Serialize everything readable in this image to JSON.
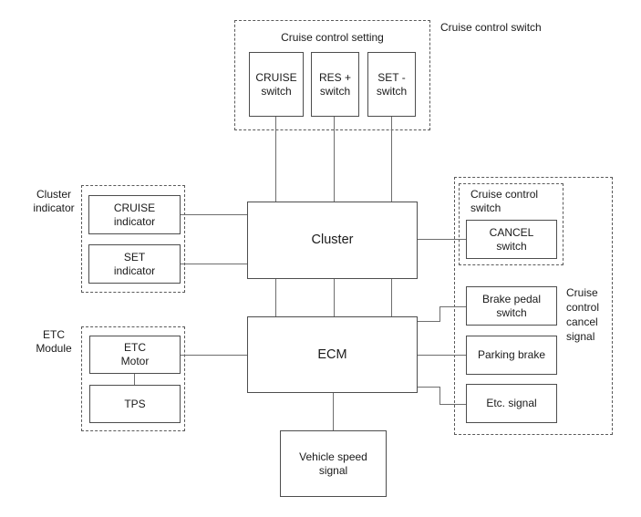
{
  "colors": {
    "background": "#ffffff",
    "box_border": "#4d4d4d",
    "dashed_border": "#5a5a5a",
    "connector": "#6e6e6e",
    "text": "#1a1a1a"
  },
  "diagram": {
    "top_group": {
      "label": "Cruise control setting",
      "outside_label": "Cruise control switch",
      "nodes": [
        {
          "label": "CRUISE\nswitch"
        },
        {
          "label": "RES +\nswitch"
        },
        {
          "label": "SET -\nswitch"
        }
      ]
    },
    "cluster": {
      "label": "Cluster"
    },
    "cluster_indicator_group": {
      "label": "Cluster\nindicator",
      "nodes": [
        {
          "label": "CRUISE\nindicator"
        },
        {
          "label": "SET\nindicator"
        }
      ]
    },
    "cancel_group": {
      "inner_group_label": "Cruise control\nswitch",
      "cancel_switch_label": "CANCEL\nswitch",
      "side_label": "Cruise\ncontrol\ncancel\nsignal",
      "nodes": [
        {
          "label": "Brake pedal\nswitch"
        },
        {
          "label": "Parking brake"
        },
        {
          "label": "Etc. signal"
        }
      ]
    },
    "ecm": {
      "label": "ECM"
    },
    "etc_module_group": {
      "label": "ETC\nModule",
      "nodes": [
        {
          "label": "ETC\nMotor"
        },
        {
          "label": "TPS"
        }
      ]
    },
    "vehicle_speed": {
      "label": "Vehicle speed\nsignal"
    }
  }
}
